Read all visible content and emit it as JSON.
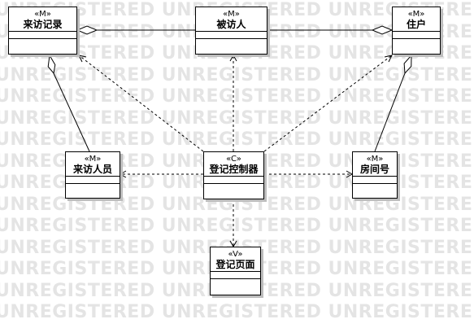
{
  "watermark": {
    "text": "UNREGISTERED  UNREGISTERED  UNREGISTERED",
    "color": "#e4e4e4"
  },
  "classes": {
    "visit_record": {
      "stereotype": "«M»",
      "name": "来访记录"
    },
    "visitee": {
      "stereotype": "«M»",
      "name": "被访人"
    },
    "resident": {
      "stereotype": "«M»",
      "name": "住户"
    },
    "visitor": {
      "stereotype": "«M»",
      "name": "来访人员"
    },
    "register_controller": {
      "stereotype": "«C»",
      "name": "登记控制器"
    },
    "room_number": {
      "stereotype": "«M»",
      "name": "房间号"
    },
    "register_page": {
      "stereotype": "«V»",
      "name": "登记页面"
    }
  },
  "relations": [
    {
      "kind": "aggregation",
      "whole": "visit_record",
      "part": "visitee"
    },
    {
      "kind": "aggregation",
      "whole": "resident",
      "part": "visitee"
    },
    {
      "kind": "aggregation",
      "whole": "visit_record",
      "part": "visitor"
    },
    {
      "kind": "aggregation",
      "whole": "resident",
      "part": "room_number"
    },
    {
      "kind": "dependency",
      "from": "register_controller",
      "to": "visit_record"
    },
    {
      "kind": "dependency",
      "from": "register_controller",
      "to": "visitee"
    },
    {
      "kind": "dependency",
      "from": "register_controller",
      "to": "resident"
    },
    {
      "kind": "dependency",
      "from": "register_controller",
      "to": "visitor"
    },
    {
      "kind": "dependency",
      "from": "register_controller",
      "to": "room_number"
    },
    {
      "kind": "dependency",
      "from": "register_controller",
      "to": "register_page"
    }
  ]
}
